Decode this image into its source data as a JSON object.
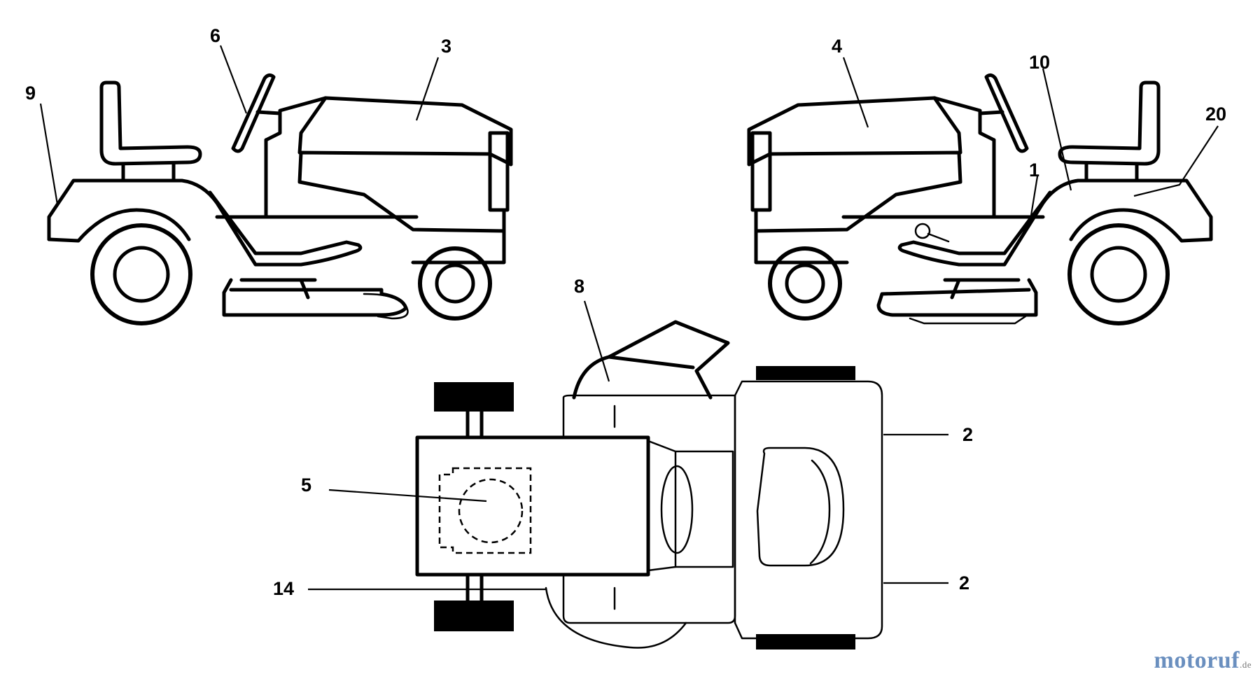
{
  "diagram": {
    "callouts": {
      "c9": "9",
      "c6": "6",
      "c3": "3",
      "c4": "4",
      "c10": "10",
      "c20": "20",
      "c1": "1",
      "c8": "8",
      "c5": "5",
      "c14": "14",
      "c2a": "2",
      "c2b": "2"
    }
  },
  "watermark": {
    "brand": "motoruf",
    "tld": ".de"
  }
}
